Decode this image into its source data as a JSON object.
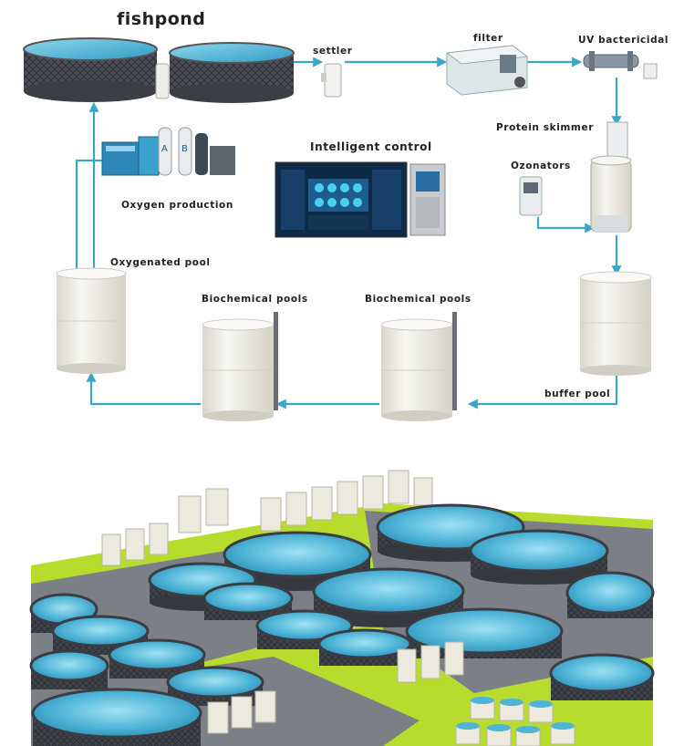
{
  "labels": {
    "fishpond": "fishpond",
    "settler": "settler",
    "filter": "filter",
    "uv": "UV bactericidal",
    "skimmer": "Protein skimmer",
    "ozonators": "Ozonators",
    "intelligent": "Intelligent control",
    "oxygen_production": "Oxygen production",
    "oxygenated_pool": "Oxygenated pool",
    "bio_left": "Biochemical pools",
    "bio_right": "Biochemical pools",
    "buffer": "buffer pool"
  },
  "colors": {
    "pipe": "#3aa6c8",
    "water": "#4fb4d6",
    "grass": "#b7dc2e",
    "tank": "#f1efe8",
    "floor": "#7c7f86"
  }
}
